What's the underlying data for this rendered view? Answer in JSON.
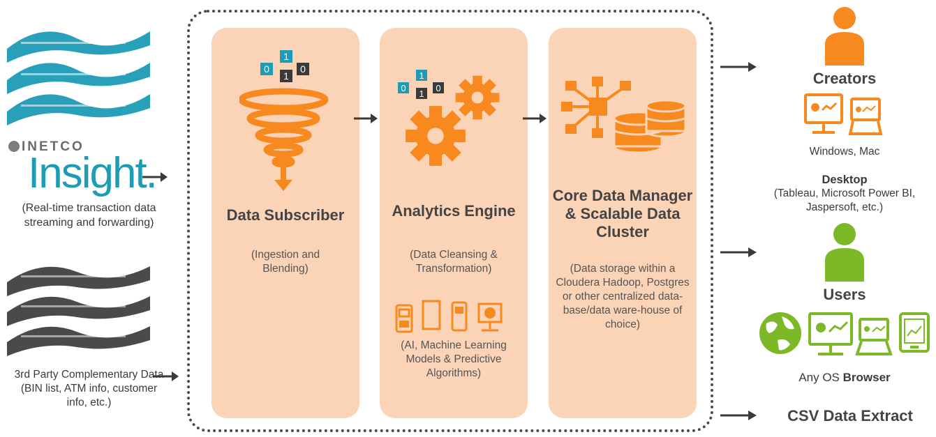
{
  "left": {
    "inetco_brand": "INETCO",
    "insight_brand": "Insight.",
    "insight_description": "(Real-time transaction data streaming and forwarding)",
    "third_party_description": "3rd Party Complementary Data (BIN list, ATM info, customer info, etc.)"
  },
  "stages": [
    {
      "title": "Data Subscriber",
      "description": "(Ingestion and Blending)"
    },
    {
      "title": "Analytics Engine",
      "description": "(Data Cleansing & Transformation)",
      "sub_description": "(AI, Machine Learning Models & Predictive Algorithms)"
    },
    {
      "title": "Core Data Manager & Scalable Data Cluster",
      "description": "(Data storage within a Cloudera Hadoop, Postgres or other centralized data-base/data ware-house of choice)"
    }
  ],
  "binary_digits": [
    "1",
    "0",
    "1",
    "0"
  ],
  "outputs": {
    "creators_label": "Creators",
    "creators_platforms": "Windows, Mac",
    "desktop_label": "Desktop",
    "desktop_tools": "(Tableau, Microsoft Power BI, Jaspersoft, etc.)",
    "users_label": "Users",
    "browser_prefix": "Any OS",
    "browser_bold": "Browser",
    "csv_label": "CSV Data Extract"
  },
  "colors": {
    "orange": "#f7891f",
    "green": "#7cb927",
    "teal": "#1e9bb5",
    "peach": "#fbd3b6"
  }
}
